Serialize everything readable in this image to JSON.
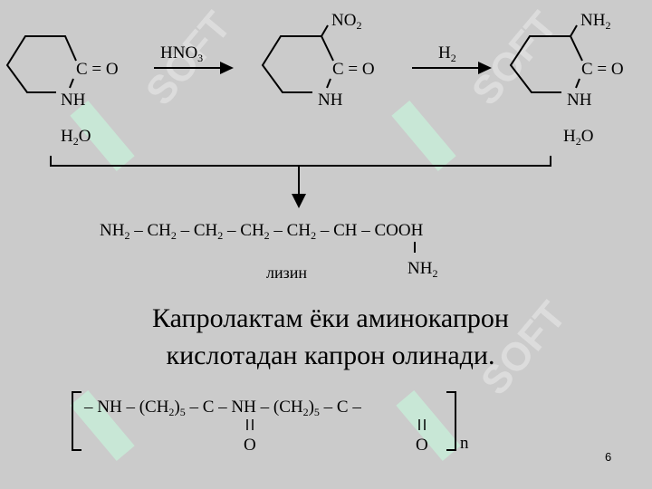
{
  "scheme": {
    "ring_labels": {
      "carbonyl": "C = O",
      "nh": "NH"
    },
    "nitro_group": "NO",
    "amino_group": "NH",
    "reagent1": {
      "main": "HNO",
      "sub": "3"
    },
    "reagent2": {
      "main": "H",
      "sub": "2"
    },
    "water": {
      "h": "H",
      "sub": "2",
      "o": "O"
    },
    "lysine": {
      "chain": [
        "NH",
        "2",
        " – CH",
        "2",
        " – CH",
        "2",
        " – CH",
        "2",
        " – CH",
        "2",
        " – CH – COOH"
      ],
      "side": {
        "main": "NH",
        "sub": "2"
      },
      "name": "лизин"
    }
  },
  "caption": {
    "line1": "Капролактам ёки аминокапрон",
    "line2": "кислотадан капрон олинади."
  },
  "polymer": {
    "part1": "– NH – (CH",
    "sub1": "2",
    "sub5a": "5",
    "part2": " – C – NH – (CH",
    "sub2": "2",
    "sub5b": "5",
    "part3": " – C –",
    "oxygen": "O",
    "n": "n"
  },
  "page_number": "6",
  "watermark": "SOFT"
}
